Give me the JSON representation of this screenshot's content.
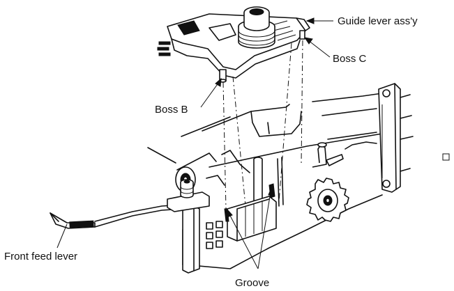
{
  "labels": {
    "guide_lever": "Guide lever ass'y",
    "boss_c": "Boss C",
    "boss_b": "Boss B",
    "front_feed_lever": "Front feed lever",
    "groove": "Groove"
  },
  "colors": {
    "line": "#111111",
    "background": "#ffffff"
  }
}
